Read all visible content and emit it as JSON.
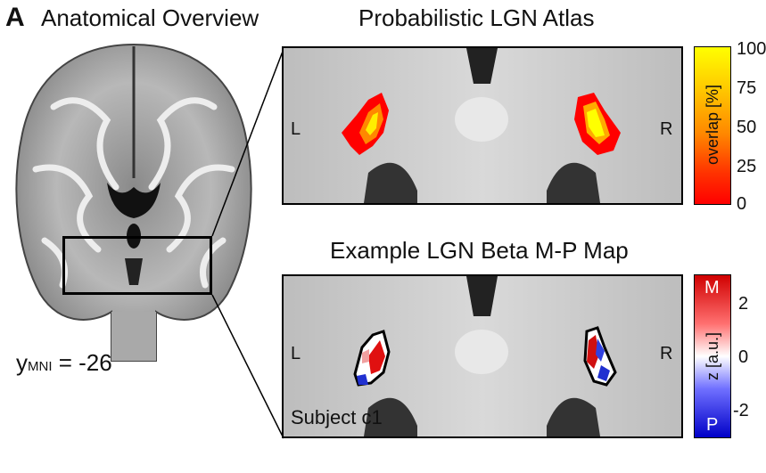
{
  "figure": {
    "panel_letter": "A",
    "left_title": "Anatomical Overview",
    "coord_label_y": "y",
    "coord_label_sub": "MNI",
    "coord_label_value": " = -26",
    "top_title": "Probabilistic LGN Atlas",
    "bottom_title": "Example LGN Beta M-P Map",
    "side_left": "L",
    "side_right": "R",
    "subject_label": "Subject c1"
  },
  "colorbar_overlap": {
    "label": "overlap [%]",
    "ticks": [
      "100",
      "75",
      "50",
      "25",
      "0"
    ],
    "colors": [
      "#ffff00",
      "#ffcc00",
      "#ff8800",
      "#ff3300",
      "#ff0000"
    ]
  },
  "colorbar_beta": {
    "label_top": "M",
    "label_mid": "z [a.u.]",
    "label_bottom": "P",
    "ticks": [
      "2",
      "0",
      "-2"
    ],
    "colors": [
      "#d00000",
      "#ffffff",
      "#0000c8"
    ]
  }
}
